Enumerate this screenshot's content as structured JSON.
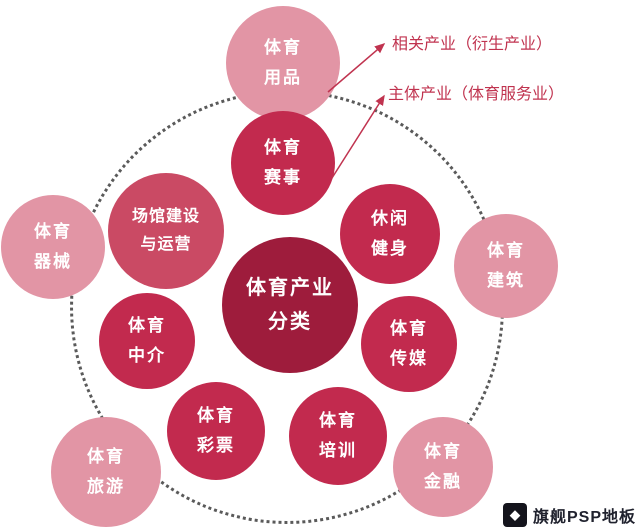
{
  "diagram": {
    "title": "体育产业分类",
    "type": "radial-classification-diagram"
  },
  "colors": {
    "center_circle": "#9e1c3c",
    "inner_circle": "#c22a4e",
    "inner_circle_alt": "#ca4a64",
    "outer_circle": "#e295a5",
    "annotation_text": "#c0334f",
    "dotted_ring": "#5a5a5a",
    "watermark_text": "#20222e",
    "background": "#ffffff"
  },
  "center": {
    "lines": [
      "体育产业",
      "分类"
    ]
  },
  "inner_ring": [
    {
      "id": "sports-events",
      "lines": [
        "体育",
        "赛事"
      ]
    },
    {
      "id": "leisure-fitness",
      "lines": [
        "休闲",
        "健身"
      ]
    },
    {
      "id": "sports-media",
      "lines": [
        "体育",
        "传媒"
      ]
    },
    {
      "id": "sports-training",
      "lines": [
        "体育",
        "培训"
      ]
    },
    {
      "id": "sports-lottery",
      "lines": [
        "体育",
        "彩票"
      ]
    },
    {
      "id": "sports-agency",
      "lines": [
        "体育",
        "中介"
      ]
    },
    {
      "id": "venue-construction-operation",
      "lines": [
        "场馆建设",
        "与运营"
      ]
    }
  ],
  "outer_ring": [
    {
      "id": "sporting-goods",
      "lines": [
        "体育",
        "用品"
      ]
    },
    {
      "id": "sports-architecture",
      "lines": [
        "体育",
        "建筑"
      ]
    },
    {
      "id": "sports-finance",
      "lines": [
        "体育",
        "金融"
      ]
    },
    {
      "id": "sports-tourism",
      "lines": [
        "体育",
        "旅游"
      ]
    },
    {
      "id": "sports-equipment",
      "lines": [
        "体育",
        "器械"
      ]
    }
  ],
  "annotations": [
    {
      "text": "相关产业（衍生产业）"
    },
    {
      "text": "主体产业（体育服务业）"
    }
  ],
  "watermark": {
    "logo_icon": "brand-logo-icon",
    "logo_glyph": "◆",
    "text": "旗舰PSP地板"
  }
}
